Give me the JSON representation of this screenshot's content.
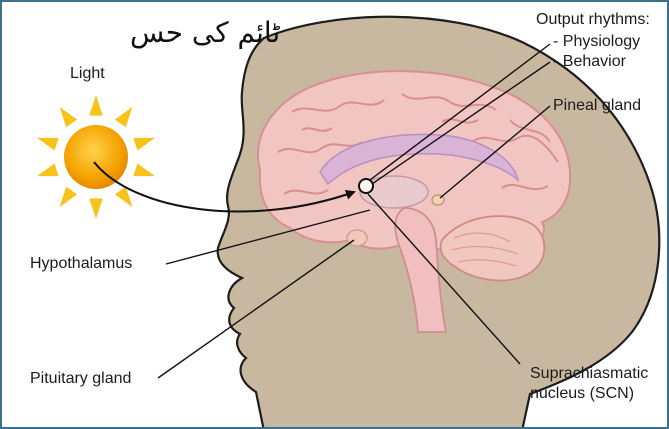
{
  "title_urdu": "ٹائم کی حس",
  "labels": {
    "light": "Light",
    "output_heading": "Output rhythms:",
    "output_physiology": "- Physiology",
    "output_behavior": "- Behavior",
    "pineal": "Pineal gland",
    "hypothalamus": "Hypothalamus",
    "pituitary": "Pituitary gland",
    "scn_line1": "Suprachiasmatic",
    "scn_line2": "nucleus (SCN)"
  },
  "colors": {
    "frame": "#3f6f8f",
    "head": "#c9b8a0",
    "brain": "#f1c6c2",
    "brain_fold": "#d98f8f",
    "sun_core": "#f5a300",
    "sun_ray": "#f7c21a",
    "leader_line": "#111111"
  }
}
